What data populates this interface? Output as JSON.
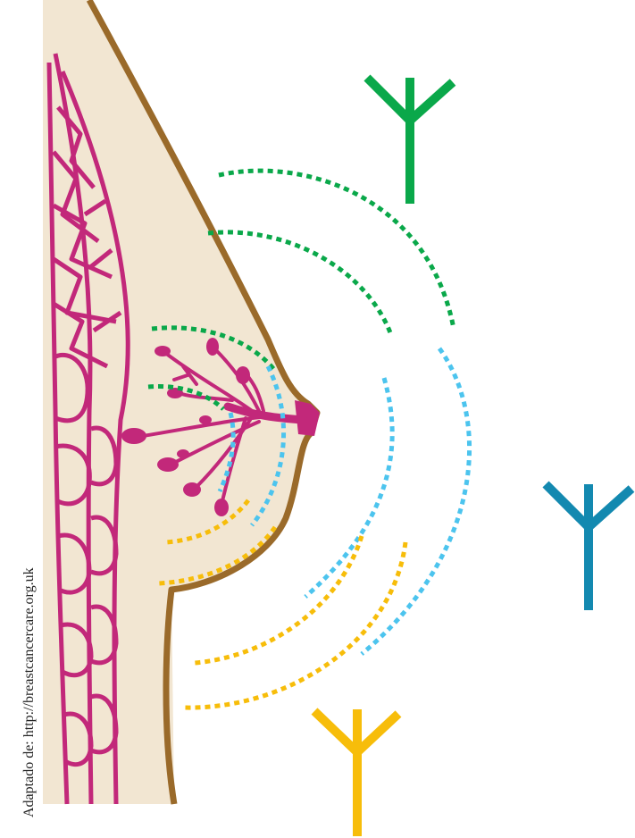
{
  "credit": "Adaptado de: http://breastcancercare.org.uk",
  "colors": {
    "skin": "#f2e6d2",
    "outline": "#9a6a2a",
    "tissue": "#c2287a",
    "green": "#0aa84a",
    "light_blue": "#4cc4ee",
    "dark_blue": "#1389b0",
    "yellow": "#f7bd0a"
  },
  "antennas": [
    {
      "name": "green-antenna",
      "color_key": "green"
    },
    {
      "name": "blue-antenna",
      "color_key": "dark_blue"
    },
    {
      "name": "yellow-antenna",
      "color_key": "yellow"
    }
  ]
}
